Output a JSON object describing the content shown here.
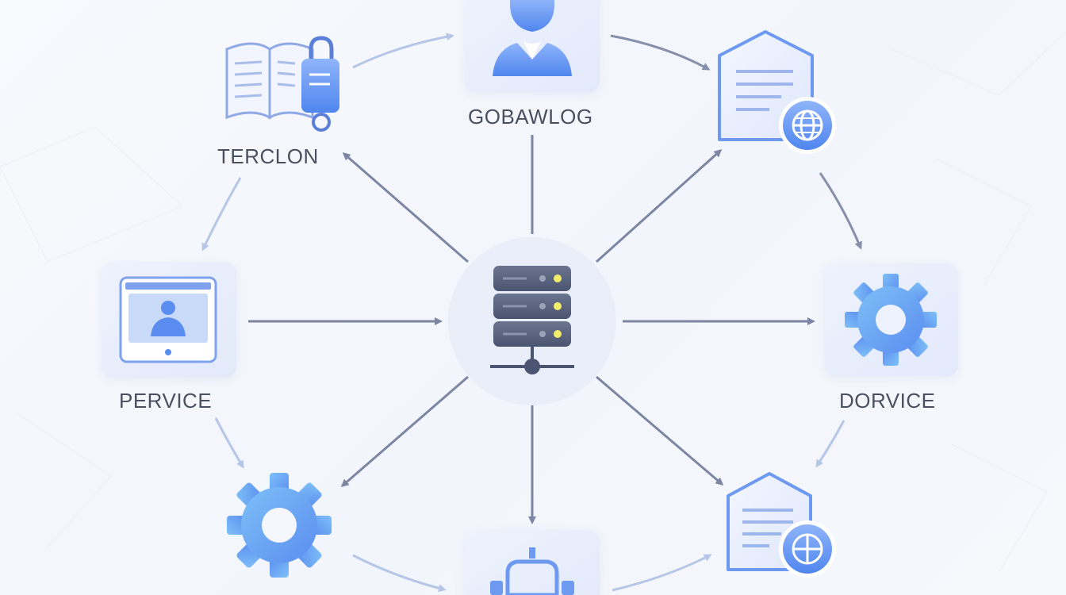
{
  "labels": {
    "top_center": "GOBAWLOG",
    "top_left": "TERCLON",
    "mid_left": "PERVICE",
    "mid_right": "DORVICE"
  },
  "icons": {
    "top_center": "user-avatar-icon",
    "top_left": "book-lock-icon",
    "top_right": "document-globe-icon",
    "mid_left": "monitor-user-icon",
    "center": "server-network-icon",
    "mid_right": "gear-icon",
    "bottom_left": "gear-icon",
    "bottom_center": "robot-icon",
    "bottom_right": "document-globe-icon"
  },
  "colors": {
    "arrow_dark": "#7c86a2",
    "arrow_light": "#b6c6e6",
    "accent_blue": "#5b8df0",
    "tile_bg": "#e7edfb"
  }
}
